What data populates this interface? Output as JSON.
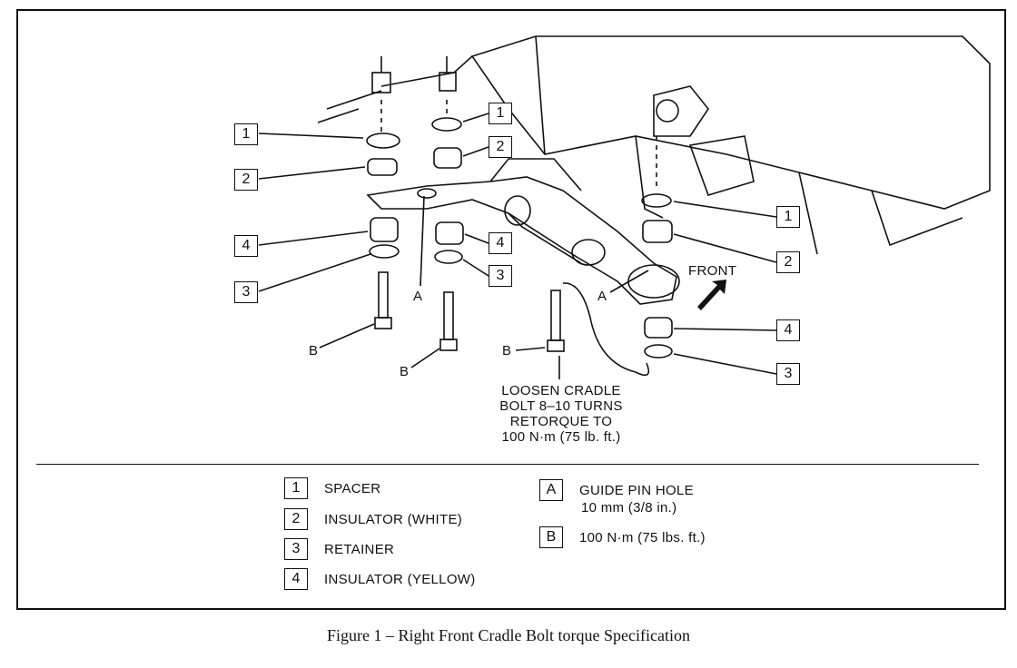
{
  "callouts": {
    "c1_left": "1",
    "c2_left": "2",
    "c4_left": "4",
    "c3_left": "3",
    "c1_mid": "1",
    "c2_mid": "2",
    "c4_mid": "4",
    "c3_mid": "3",
    "c1_right": "1",
    "c2_right": "2",
    "c4_right": "4",
    "c3_right": "3"
  },
  "letters": {
    "a1": "A",
    "a2": "A",
    "b1": "B",
    "b2": "B",
    "b3": "B"
  },
  "front_label": "FRONT",
  "note_lines": [
    "LOOSEN CRADLE",
    "BOLT 8–10 TURNS",
    "RETORQUE TO",
    "100 N·m (75 lb. ft.)"
  ],
  "legend": {
    "items": [
      {
        "key": "1",
        "text": "SPACER"
      },
      {
        "key": "2",
        "text": "INSULATOR (WHITE)"
      },
      {
        "key": "3",
        "text": "RETAINER"
      },
      {
        "key": "4",
        "text": "INSULATOR (YELLOW)"
      }
    ],
    "a_key": "A",
    "a_text_line1": "GUIDE PIN HOLE",
    "a_text_line2": "10 mm (3/8 in.)",
    "b_key": "B",
    "b_text": "100 N·m (75 lbs. ft.)"
  },
  "caption": "Figure 1 – Right Front Cradle Bolt torque Specification"
}
